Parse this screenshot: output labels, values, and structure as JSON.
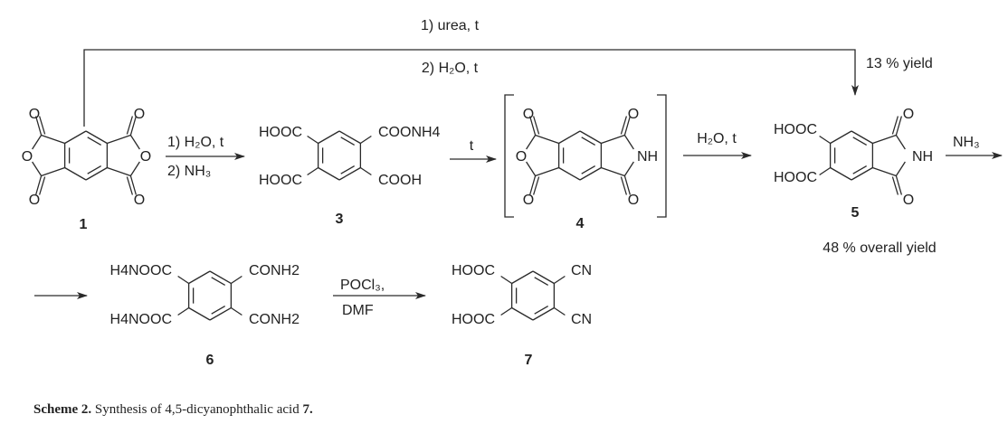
{
  "top_route": {
    "step1": "1) urea, t",
    "step2": "2) H₂O, t",
    "yield": "13 %  yield"
  },
  "arrow_1_3": {
    "step1": "1) H₂O, t",
    "step2": "2) NH₃"
  },
  "arrow_3_4": {
    "cond": "t"
  },
  "arrow_4_5": {
    "cond": "H₂O, t"
  },
  "arrow_5_6": {
    "cond": "NH₃"
  },
  "arrow_6_7": {
    "cond1": "POCl₃,",
    "cond2": "DMF"
  },
  "compounds": {
    "c1": {
      "label": "1",
      "atoms": {
        "o_ring_left": "O",
        "o_ring_right": "O",
        "o1": "O",
        "o2": "O",
        "o3": "O",
        "o4": "O"
      }
    },
    "c3": {
      "label": "3",
      "g1": "HOOC",
      "g2": "COONH4",
      "g3": "HOOC",
      "g4": "COOH"
    },
    "c4": {
      "label": "4",
      "o_ring": "O",
      "nh": "NH",
      "o1": "O",
      "o2": "O",
      "o3": "O",
      "o4": "O"
    },
    "c5": {
      "label": "5",
      "g1": "HOOC",
      "g2": "HOOC",
      "nh": "NH",
      "o1": "O",
      "o2": "O",
      "overall_yield": "48 % overall yield"
    },
    "c6": {
      "label": "6",
      "g1": "H4NOOC",
      "g2": "CONH2",
      "g3": "H4NOOC",
      "g4": "CONH2"
    },
    "c7": {
      "label": "7",
      "g1": "HOOC",
      "g2": "CN",
      "g3": "HOOC",
      "g4": "CN"
    }
  },
  "caption": {
    "prefix": "Scheme 2.",
    "text": " Synthesis of 4,5-dicyanophthalic acid ",
    "suffix": "7."
  }
}
